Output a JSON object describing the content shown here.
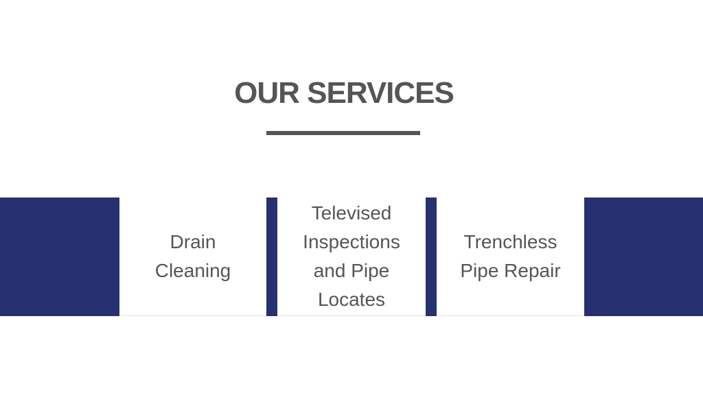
{
  "section": {
    "title": "OUR SERVICES"
  },
  "services": [
    {
      "label": "Drain Cleaning"
    },
    {
      "label": "Televised Inspections and Pipe Locates"
    },
    {
      "label": "Trenchless Pipe Repair"
    }
  ],
  "colors": {
    "accent": "#273171",
    "text": "#555555",
    "background": "#ffffff"
  }
}
